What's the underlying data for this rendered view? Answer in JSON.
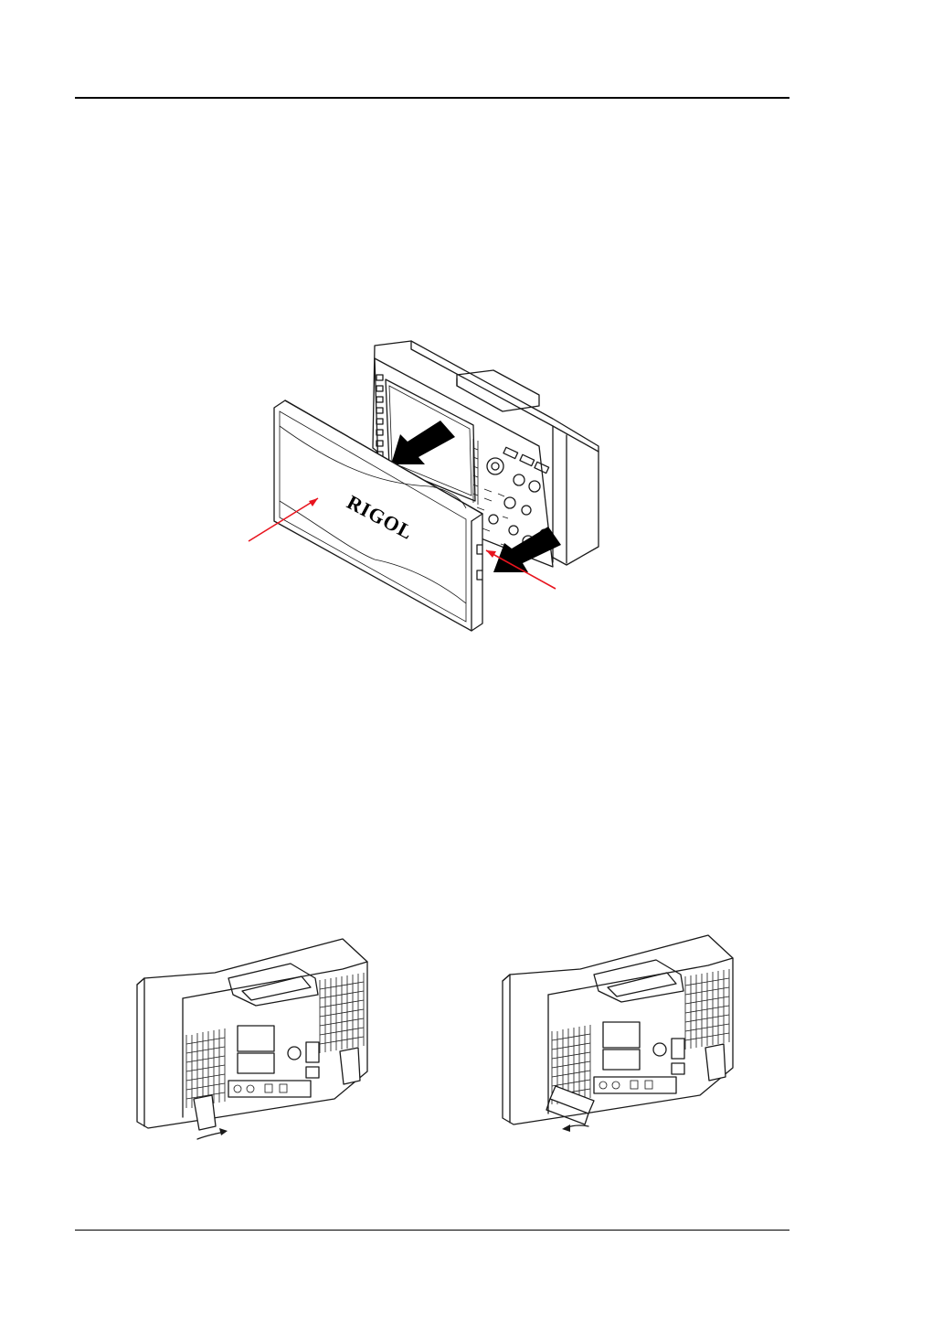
{
  "header": {
    "rule": true
  },
  "figures": {
    "cover": {
      "logo_text": "RIGOL",
      "callout_color": "#e8141e",
      "arrow_color": "#000000"
    },
    "stand_folded": {
      "rotate_arrow": "clockwise"
    },
    "stand_open": {
      "rotate_arrow": "counterclockwise"
    }
  },
  "footer": {
    "rule": true
  }
}
